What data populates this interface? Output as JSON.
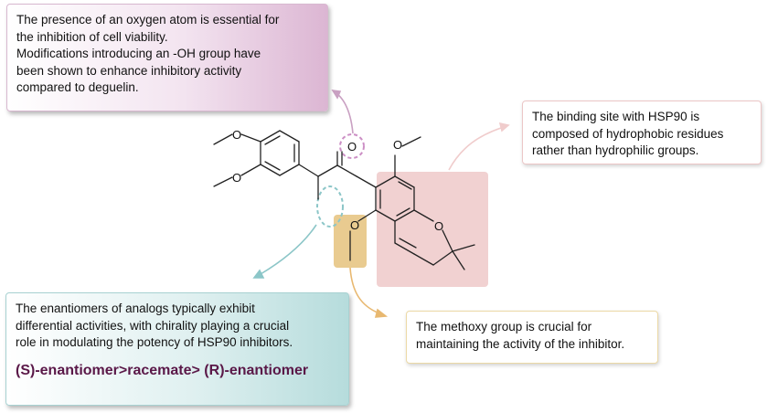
{
  "boxes": {
    "oxygen": [
      "The presence of an oxygen atom is essential for",
      "the inhibition of cell viability.",
      "Modifications introducing an -OH group have",
      "been shown to enhance inhibitory activity",
      "compared to deguelin."
    ],
    "hsp90": [
      "The binding site with HSP90 is",
      "composed of hydrophobic residues",
      "rather than hydrophilic groups."
    ],
    "enantiomers": [
      "The enantiomers of analogs typically exhibit",
      "differential activities, with chirality playing a crucial",
      "role in modulating the potency of HSP90 inhibitors."
    ],
    "ranking": "(S)-enantiomer>racemate> (R)-enantiomer",
    "methoxy": [
      "The methoxy group is crucial for",
      "maintaining the activity of the inhibitor."
    ]
  },
  "atoms": {
    "oxygen": "O"
  },
  "colors": {
    "purple_accent": "#c9a0c2",
    "pink_accent": "#f0cccc",
    "teal_accent": "#8cc6c8",
    "gold_accent": "#e8b870",
    "ranking_text": "#5a1848",
    "bond": "#222222"
  }
}
